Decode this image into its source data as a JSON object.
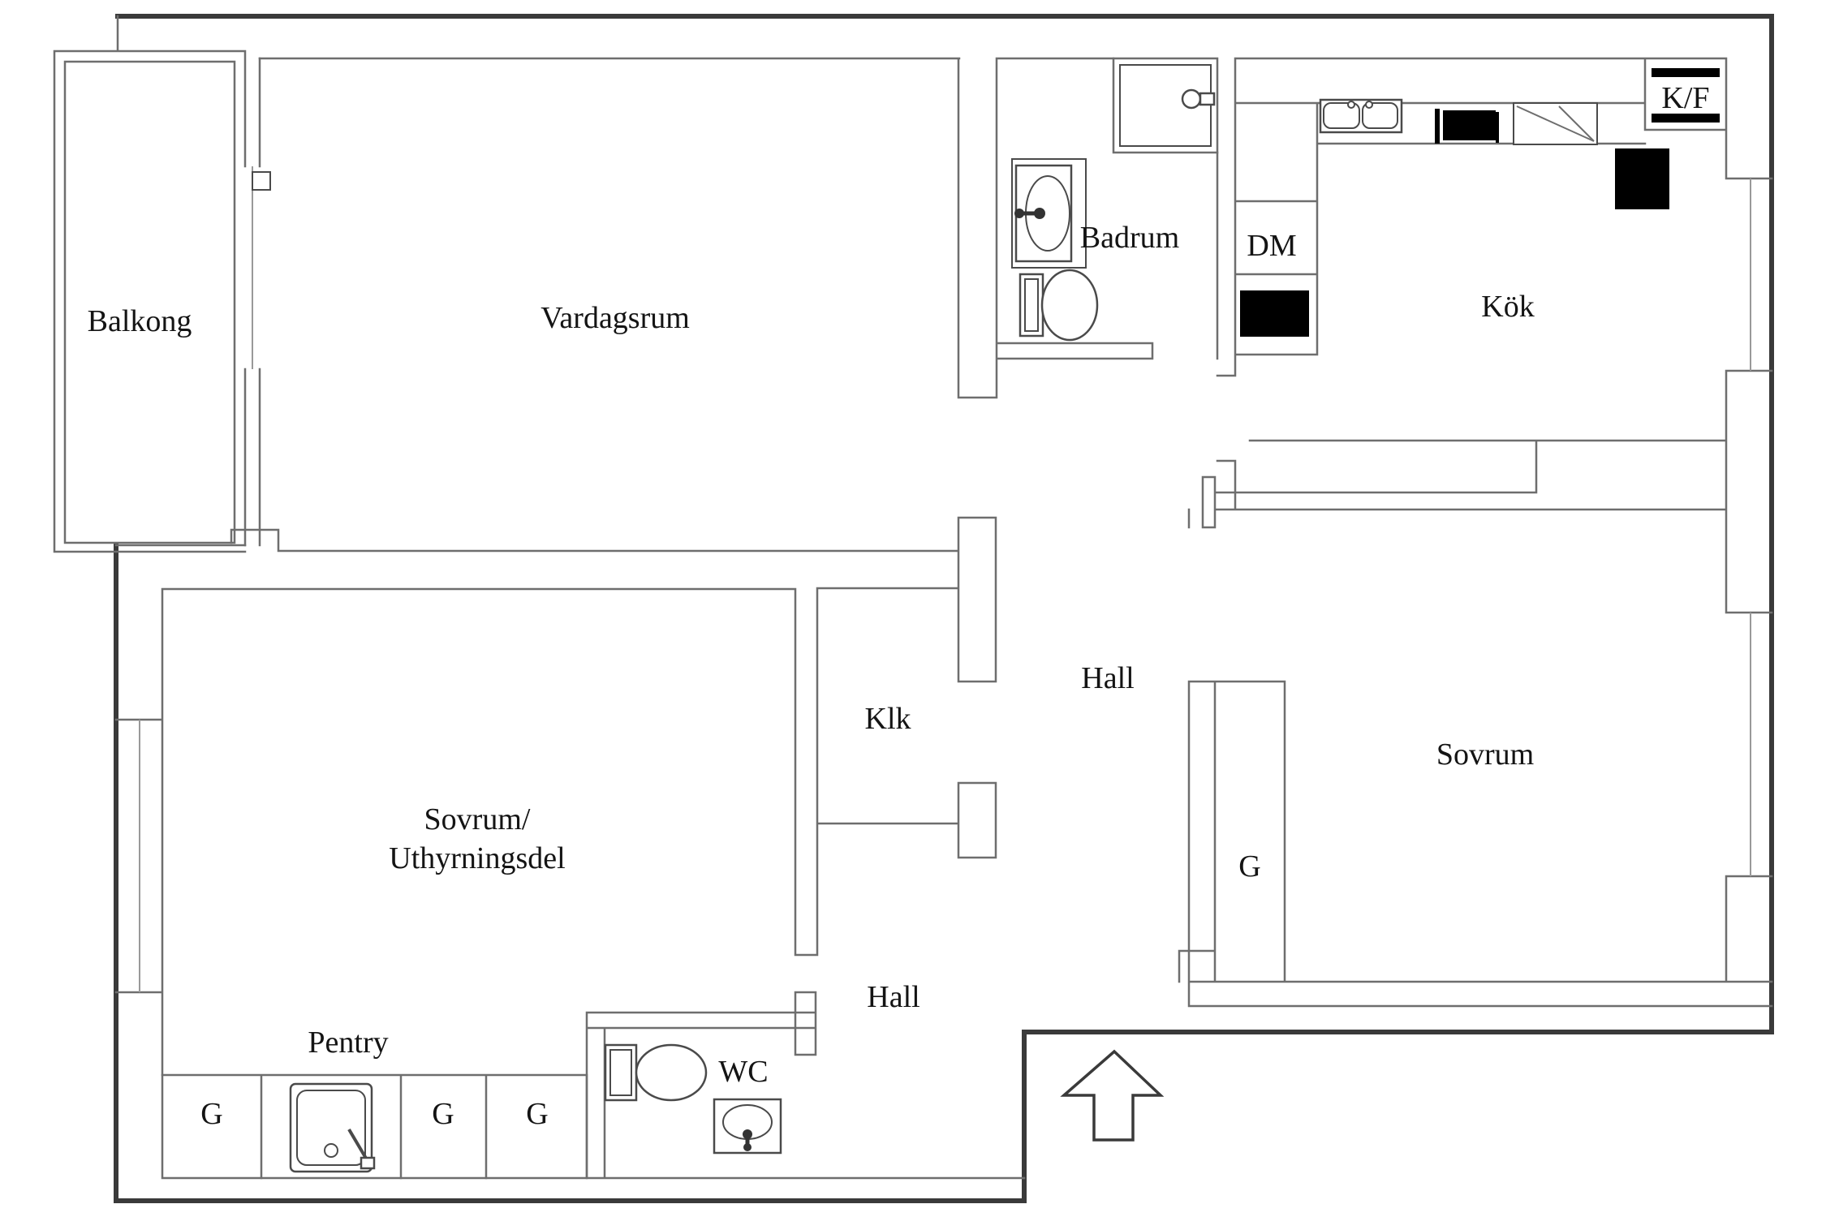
{
  "document": {
    "type": "apartment-floor-plan",
    "language": "Swedish"
  },
  "labels": {
    "balkong": "Balkong",
    "vardagsrum": "Vardagsrum",
    "badrum": "Badrum",
    "dm": "DM",
    "kok": "Kök",
    "kf": "K/F",
    "klk": "Klk",
    "hall_upper": "Hall",
    "sovrum": "Sovrum",
    "g_closet": "G",
    "sovrum_uthyrning_line1": "Sovrum/",
    "sovrum_uthyrning_line2": "Uthyrningsdel",
    "pentry": "Pentry",
    "g1": "G",
    "g2": "G",
    "g3": "G",
    "wc": "WC",
    "hall_lower": "Hall"
  },
  "icons": {
    "shower": "shower-icon",
    "bathroom_sink": "washbasin-icon",
    "bathroom_toilet": "toilet-icon",
    "wc_toilet": "toilet-icon",
    "wc_sink": "washbasin-icon",
    "pentry_sink": "single-sink-icon",
    "kitchen_sink": "double-sink-icon",
    "stove": "stove-icon",
    "corner_cabinet": "corner-cabinet-icon",
    "fridge_freezer": "fridge-freezer-icon",
    "dm_appliance": "oven-icon",
    "kitchen_counter_piece": "counter-appliance-icon",
    "entrance_arrow": "entrance-arrow-icon",
    "balcony_door_handle": "door-handle-icon"
  },
  "colors": {
    "wall": "#6e6e6e",
    "outer_wall": "#3a3a3a",
    "appliance_fill": "#000000",
    "text": "#141414",
    "window_glass": "#999999",
    "background": "#ffffff"
  }
}
